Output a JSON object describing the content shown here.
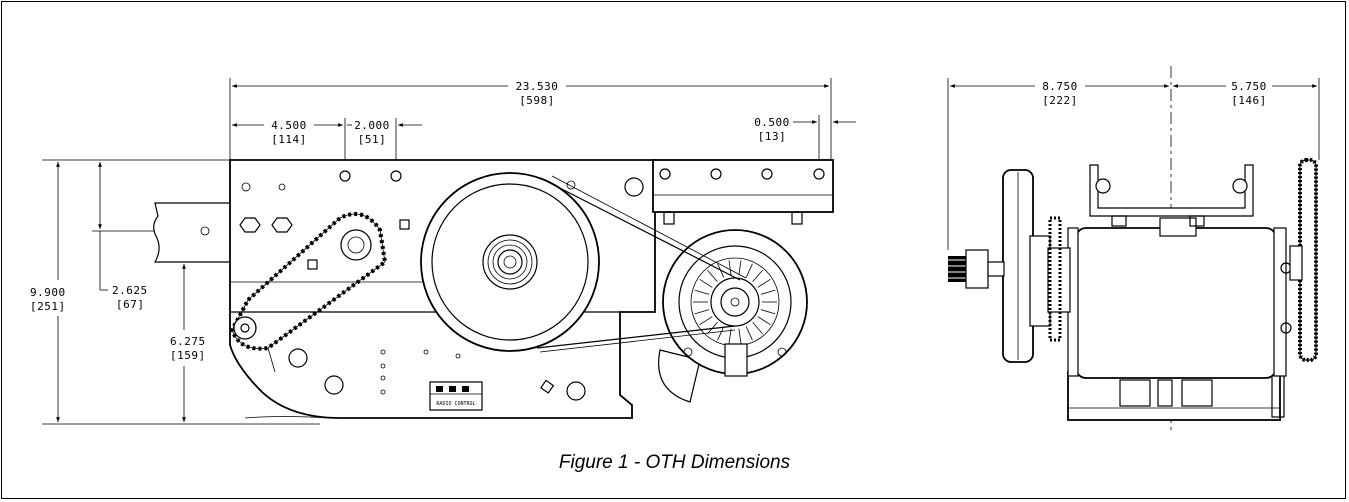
{
  "figure": {
    "caption": "Figure 1 - OTH Dimensions"
  },
  "side_view": {
    "overall_length": {
      "in": "23.530",
      "mm": "[598]"
    },
    "front_offset": {
      "in": "4.500",
      "mm": "[114]"
    },
    "hole_spacing": {
      "in": "2.000",
      "mm": "[51]"
    },
    "rear_offset": {
      "in": "0.500",
      "mm": "[13]"
    },
    "overall_height": {
      "in": "9.900",
      "mm": "[251]"
    },
    "rail_offset": {
      "in": "2.625",
      "mm": "[67]"
    },
    "rail_height": {
      "in": "6.275",
      "mm": "[159]"
    },
    "terminal_label": "RADIO CONTROL"
  },
  "end_view": {
    "left_width": {
      "in": "8.750",
      "mm": "[222]"
    },
    "right_width": {
      "in": "5.750",
      "mm": "[146]"
    }
  }
}
